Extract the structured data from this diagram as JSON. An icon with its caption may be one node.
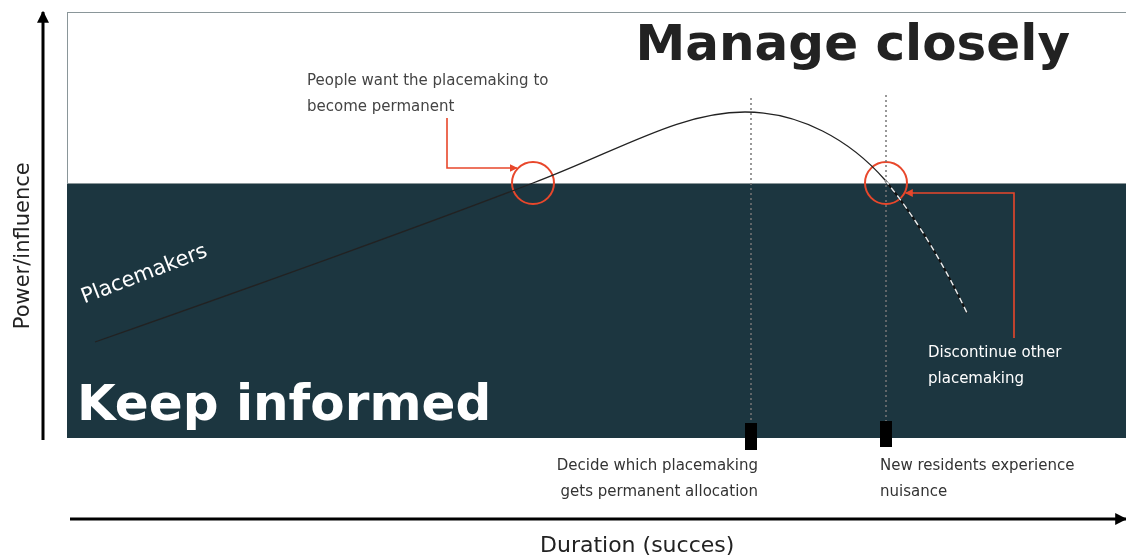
{
  "diagram": {
    "nodes": [
      {
        "text": [
          "Manage closely"
        ]
      },
      {
        "text": [
          "Keep informed"
        ]
      },
      {
        "text": [
          "People want the placemaking to become permanent"
        ],
        "in": 0
      },
      {
        "text": [],
        "shape": "circle"
      },
      {
        "text": [],
        "shape": "circle"
      },
      {
        "text": [
          "Discontinue other placemaking"
        ],
        "in": 1
      }
    ],
    "edges": [
      {
        "from": 2,
        "to": 3,
        "arrow": "to"
      },
      {
        "from": 5,
        "to": 4,
        "arrow": "to"
      }
    ],
    "labels": [
      "Power/influence",
      "Placemakers",
      "Decide which placemaking gets permanent allocation",
      "New residents experience nuisance",
      "Duration (succes)"
    ]
  }
}
